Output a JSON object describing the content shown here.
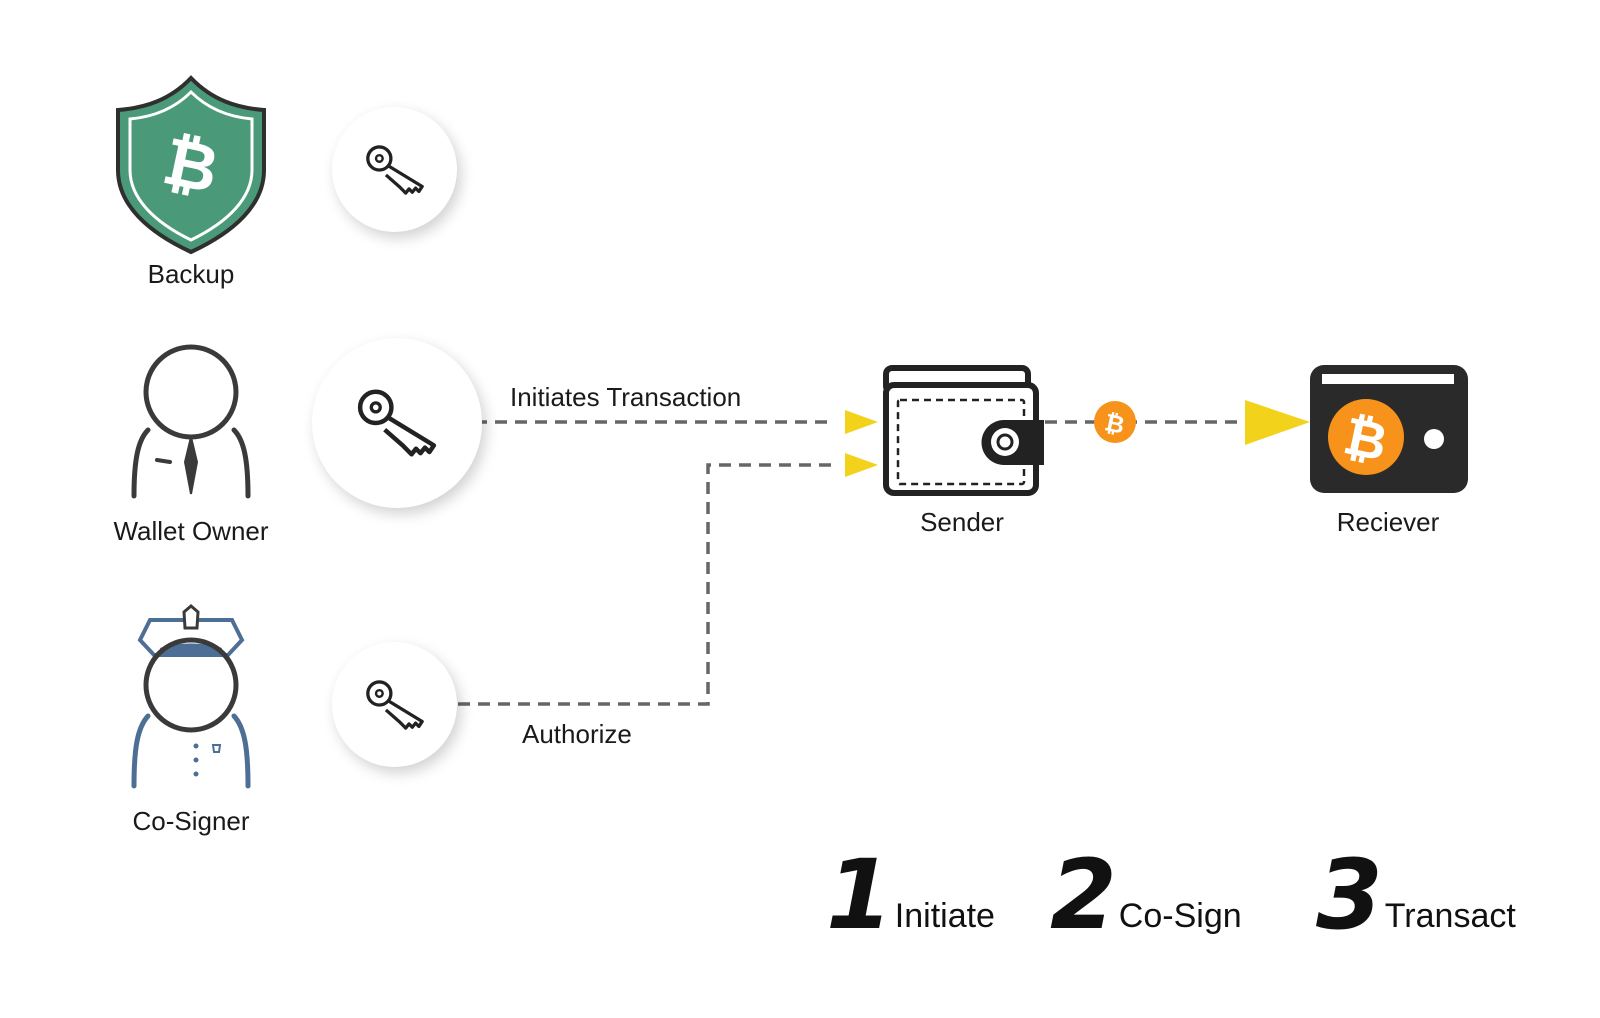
{
  "actors": [
    {
      "id": "backup",
      "label": "Backup",
      "icon": "bitcoin-shield-icon",
      "color": "#4a9a7a"
    },
    {
      "id": "owner",
      "label": "Wallet Owner",
      "icon": "person-icon"
    },
    {
      "id": "cosigner",
      "label": "Co-Signer",
      "icon": "officer-icon",
      "color": "#4e6f95"
    }
  ],
  "keys": [
    {
      "id": "backup-key",
      "icon": "key-icon"
    },
    {
      "id": "owner-key",
      "icon": "key-icon"
    },
    {
      "id": "cosigner-key",
      "icon": "key-icon"
    }
  ],
  "edges": {
    "initiates": "Initiates Transaction",
    "authorize": "Authorize"
  },
  "wallets": {
    "sender": {
      "label": "Sender",
      "icon": "wallet-icon"
    },
    "receiver": {
      "label": "Reciever",
      "icon": "bitcoin-wallet-icon"
    }
  },
  "steps": [
    {
      "number": "1",
      "label": "Initiate"
    },
    {
      "number": "2",
      "label": "Co-Sign"
    },
    {
      "number": "3",
      "label": "Transact"
    }
  ],
  "colors": {
    "arrow": "#f2d21a",
    "bitcoin": "#f7931a",
    "dashes": "#666666",
    "shield": "#4a9a7a",
    "officer": "#4e6f95"
  }
}
